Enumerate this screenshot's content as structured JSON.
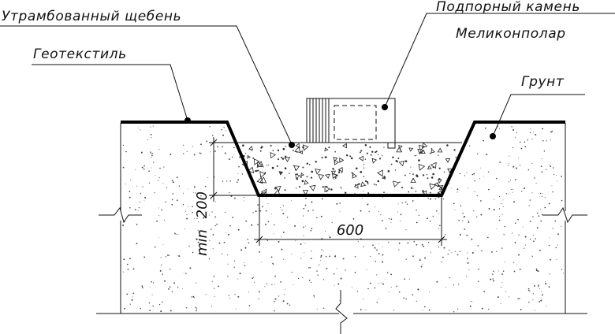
{
  "labels": {
    "compacted_gravel": "Утрамбованный щебень",
    "retaining_stone_line1": "Подпорный камень",
    "retaining_stone_line2": "Меликонполар",
    "geotextile": "Геотекстиль",
    "soil": "Грунт"
  },
  "dimensions": {
    "width": "600",
    "depth": "200",
    "depth_prefix": "min"
  },
  "colors": {
    "ink": "#111111",
    "stipple": "#444444"
  }
}
